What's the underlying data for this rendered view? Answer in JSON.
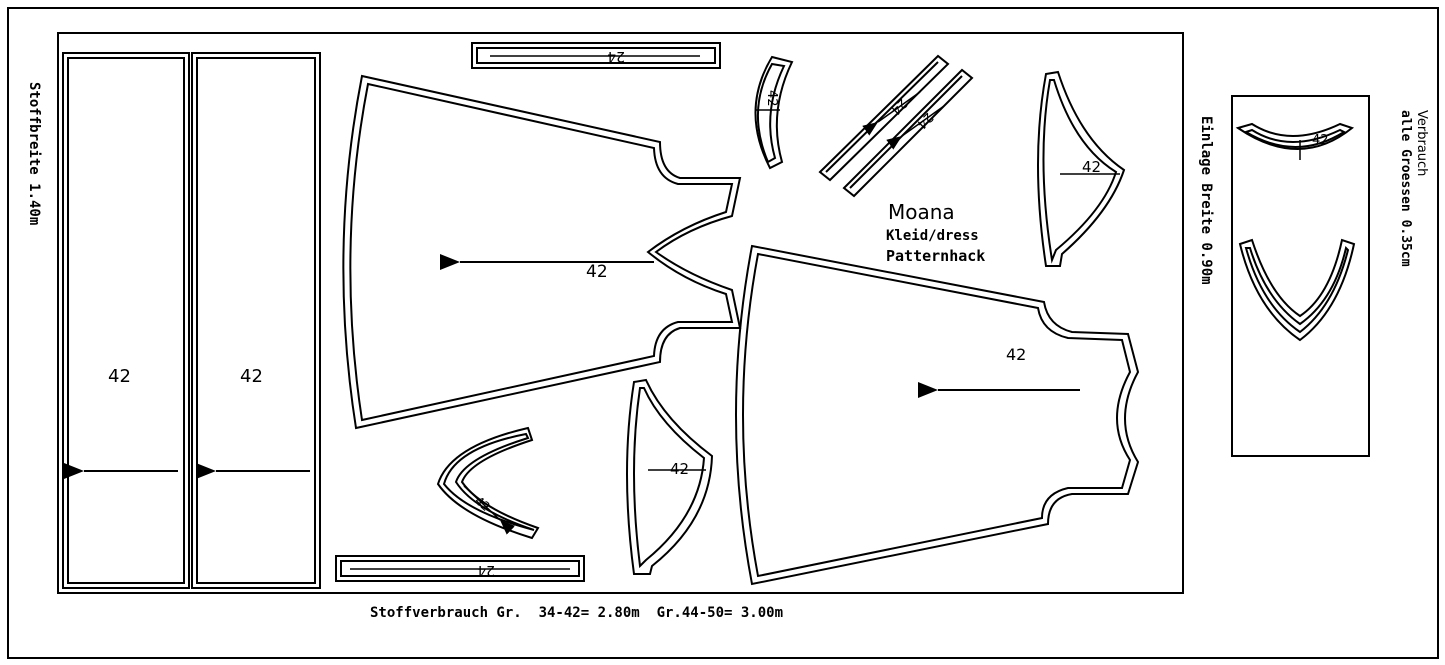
{
  "layout": {
    "fabric_width_label": "Stoffbreite 1.40m",
    "consumption_label": "Stoffverbrauch Gr.  34-42= 2.80m  Gr.44-50= 3.00m",
    "interfacing_width_label": "Einlage Breite 0.90m"
  },
  "title_block": {
    "title": "Moana",
    "subtitle": "Kleid/dress",
    "line3": "Patternhack"
  },
  "interfacing_box": {
    "label_line1": "Verbrauch",
    "label_line2": "alle Groessen 0.35cm"
  },
  "pieces": {
    "size": "42",
    "strip_size": "24"
  },
  "colors": {
    "line": "#000000",
    "paper": "#ffffff"
  }
}
